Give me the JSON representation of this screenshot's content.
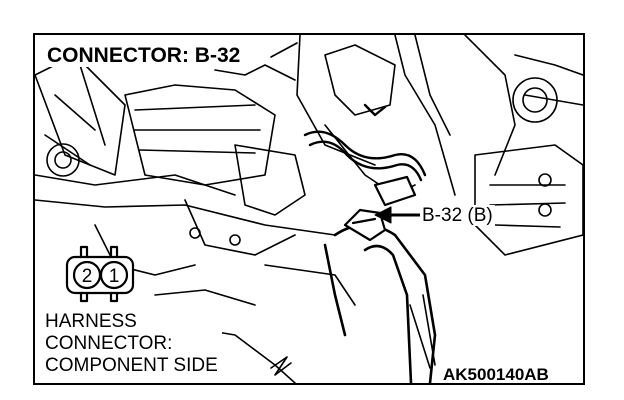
{
  "diagram": {
    "title": "CONNECTOR: B-32",
    "callout": "B-32 (B)",
    "connector_view": {
      "line1": "HARNESS",
      "line2": "CONNECTOR:",
      "line3": "COMPONENT SIDE"
    },
    "pins": [
      "2",
      "1"
    ],
    "figure_code": "AK500140AB"
  }
}
